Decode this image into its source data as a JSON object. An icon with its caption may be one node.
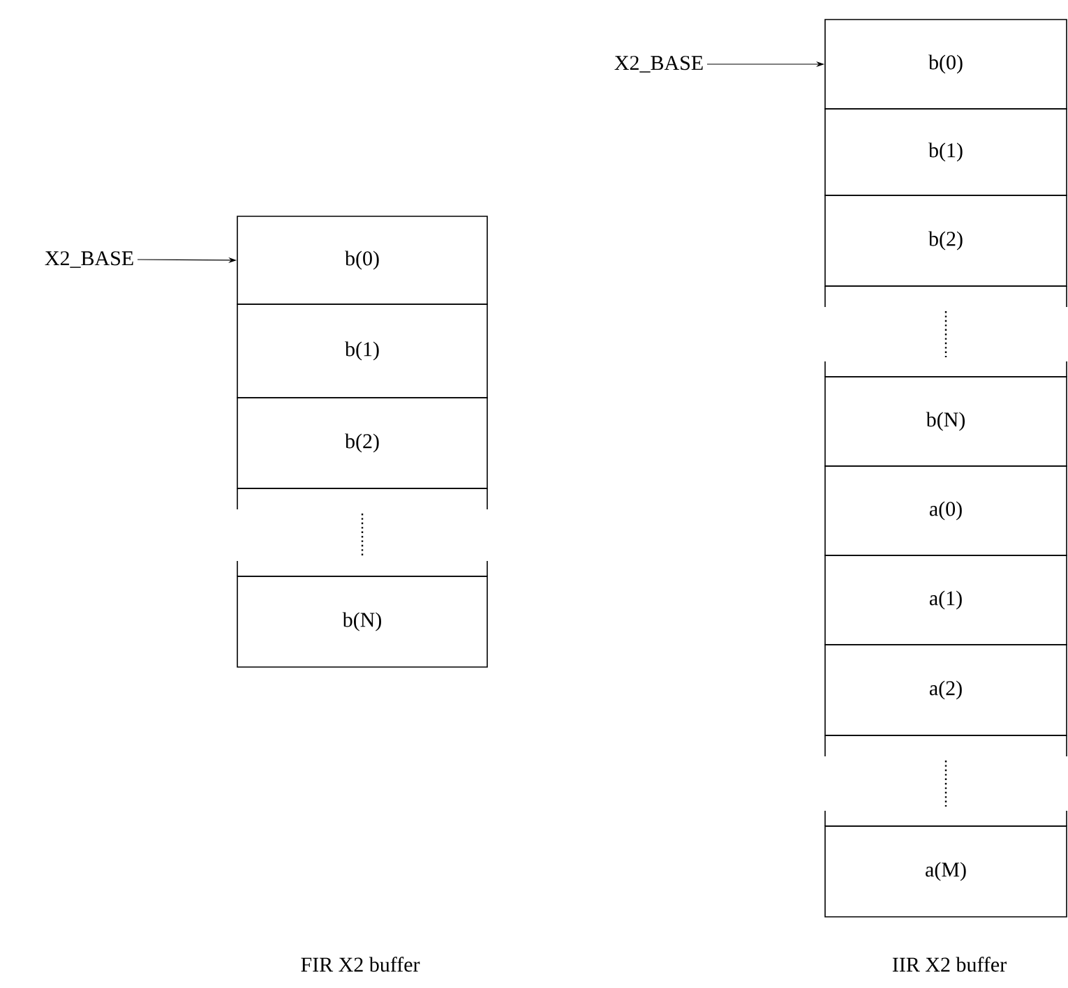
{
  "diagram": {
    "nodes": [
      {
        "text": [
          "X2_BASE"
        ]
      },
      {
        "text": [
          "b(0)"
        ]
      },
      {
        "text": [
          "b(1)"
        ]
      },
      {
        "text": [
          "b(2)"
        ]
      },
      {
        "text": [],
        "shape": "box"
      },
      {
        "text": [
          "b(N)"
        ]
      },
      {
        "text": [
          "X2_BASE"
        ]
      },
      {
        "text": [
          "b(0)"
        ]
      },
      {
        "text": [
          "b(1)"
        ]
      },
      {
        "text": [
          "b(2)"
        ]
      },
      {
        "text": [],
        "shape": "box"
      },
      {
        "text": [
          "b(N)"
        ]
      },
      {
        "text": [
          "a(0)"
        ]
      },
      {
        "text": [
          "a(1)"
        ]
      },
      {
        "text": [
          "a(2)"
        ]
      },
      {
        "text": [],
        "shape": "box"
      },
      {
        "text": [
          "a(M)"
        ]
      }
    ],
    "edges": [
      {
        "from": 0,
        "to": 1,
        "arrow": "to"
      },
      {
        "from": 6,
        "to": 7,
        "arrow": "to"
      }
    ],
    "labels": [
      "FIR X2 buffer",
      "IIR X2 buffer"
    ]
  }
}
